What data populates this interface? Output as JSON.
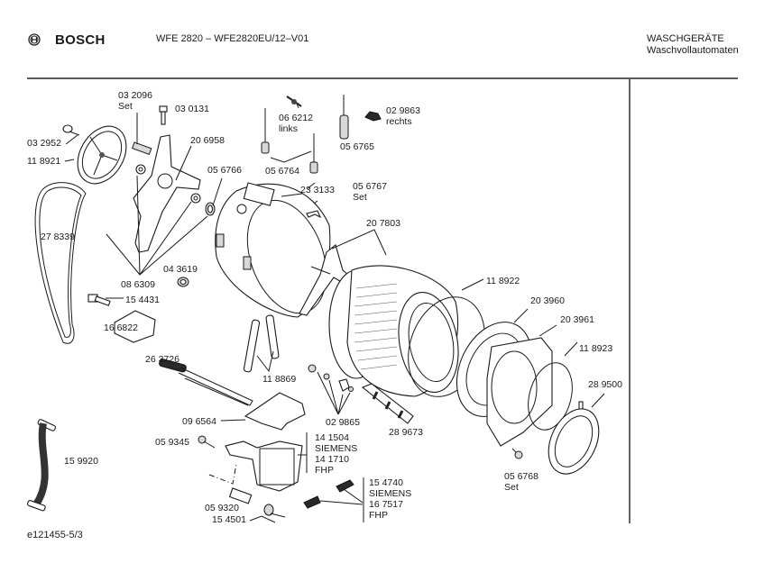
{
  "header": {
    "brand": "BOSCH",
    "brand_icon": "bosch-armature-logo",
    "model": "WFE 2820 – WFE2820EU/12–V01",
    "category": "WASCHGERÄTE",
    "subcategory": "Waschvollautomaten"
  },
  "footer": {
    "diagram_id": "e121455-5/3"
  },
  "parts": [
    {
      "id": "p032096",
      "label": "03 2096\nSet"
    },
    {
      "id": "p030131",
      "label": "03 0131"
    },
    {
      "id": "p032952",
      "label": "03 2952"
    },
    {
      "id": "p118921",
      "label": "11 8921"
    },
    {
      "id": "p206958",
      "label": "20 6958"
    },
    {
      "id": "p056766",
      "label": "05 6766"
    },
    {
      "id": "p066212",
      "label": "06 6212\nlinks"
    },
    {
      "id": "p056764",
      "label": "05 6764"
    },
    {
      "id": "p056765",
      "label": "05 6765"
    },
    {
      "id": "p029863",
      "label": "02 9863\nrechts"
    },
    {
      "id": "p233133",
      "label": "23 3133"
    },
    {
      "id": "p056767",
      "label": "05 6767\nSet"
    },
    {
      "id": "p207803",
      "label": "20 7803"
    },
    {
      "id": "p278339",
      "label": "27 8339"
    },
    {
      "id": "p043619",
      "label": "04 3619"
    },
    {
      "id": "p086309",
      "label": "08 6309"
    },
    {
      "id": "p154431",
      "label": "15 4431"
    },
    {
      "id": "p118922",
      "label": "11 8922"
    },
    {
      "id": "p203960",
      "label": "20 3960"
    },
    {
      "id": "p203961",
      "label": "20 3961"
    },
    {
      "id": "p118923",
      "label": "11 8923"
    },
    {
      "id": "p166822",
      "label": "16 6822"
    },
    {
      "id": "p263726",
      "label": "26 3726"
    },
    {
      "id": "p118869",
      "label": "11 8869"
    },
    {
      "id": "p289500",
      "label": "28 9500"
    },
    {
      "id": "p096564",
      "label": "09 6564"
    },
    {
      "id": "p029865",
      "label": "02 9865"
    },
    {
      "id": "p289673",
      "label": "28 9673"
    },
    {
      "id": "p059345",
      "label": "05 9345"
    },
    {
      "id": "p141504",
      "label": "14 1504\nSIEMENS\n14 1710\nFHP"
    },
    {
      "id": "p159920",
      "label": "15 9920"
    },
    {
      "id": "p056768",
      "label": "05 6768\nSet"
    },
    {
      "id": "p154740",
      "label": "15 4740\nSIEMENS\n16 7517\nFHP"
    },
    {
      "id": "p059320",
      "label": "05 9320"
    },
    {
      "id": "p154501",
      "label": "15 4501"
    }
  ]
}
